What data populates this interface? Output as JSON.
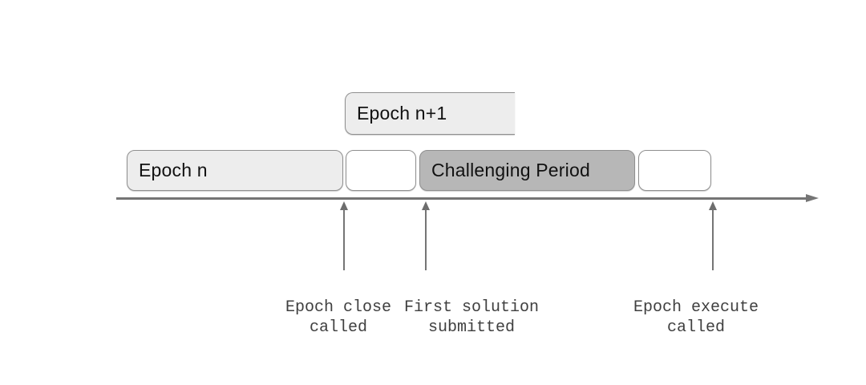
{
  "boxes": {
    "epoch_next": {
      "label": "Epoch n+1"
    },
    "epoch_n": {
      "label": "Epoch n"
    },
    "challenging": {
      "label": "Challenging Period"
    }
  },
  "events": [
    {
      "label": "Epoch close\ncalled"
    },
    {
      "label": "First solution\nsubmitted"
    },
    {
      "label": "Epoch execute\ncalled"
    }
  ],
  "colors": {
    "light_box_fill": "#ededed",
    "challenging_fill": "#b7b7b7",
    "box_border": "#8f8f8f",
    "axis": "#757575",
    "event_text": "#3f3f3f",
    "box_text": "#111111"
  }
}
